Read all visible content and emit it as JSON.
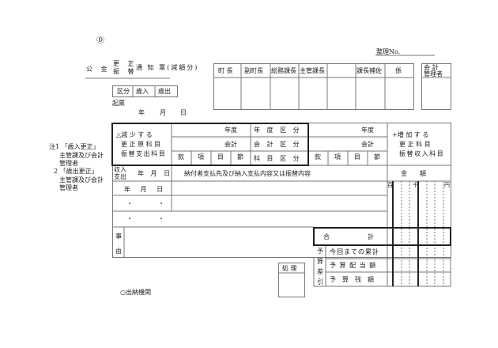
{
  "mark": "Ⓓ",
  "ref_no": "整理No.",
  "title": {
    "a": "公 金",
    "b1": "更 正",
    "b2": "振 替",
    "c": "通 知 票(減額分)"
  },
  "kubun": [
    "区分",
    "歳入",
    "歳出"
  ],
  "kihyo": "起票",
  "ymd": {
    "y": "年",
    "m": "月",
    "d": "日"
  },
  "approvers": [
    "町 長",
    "副町長",
    "総務課長",
    "主管課長",
    "",
    "課長補佐",
    "係"
  ],
  "kaikei": {
    "l1": "会 計",
    "l2": "管理者"
  },
  "notes": [
    "注1 「歳入更正」",
    "主管課及び会計",
    "管理者",
    "2 「歳出更正」",
    "主管課及び会計",
    "管理者"
  ],
  "left_head": [
    "△減 少 す る",
    "更 正 原 科 目",
    "振 替 支 出 科 目"
  ],
  "right_head": [
    "+増 加 す る",
    "更 正 科 目",
    "振 替 収 入 科 目"
  ],
  "nendo": "年度",
  "kaikei_label": "会計",
  "kmoku": [
    "款",
    "項",
    "目",
    "節"
  ],
  "mid_head": [
    "年 度 区 分",
    "会 計 区 分",
    "科 目 区 分"
  ],
  "row_head": {
    "shunyu": "収入",
    "shishutsu": "支出",
    "ymd": "年 月 日",
    "content": "納付者支払先及び納入支払内容又は振替内容",
    "amount": "金　　額"
  },
  "units": [
    "百",
    "千",
    "円"
  ],
  "dots": "・　　　　・",
  "jiyu": [
    "事",
    "由"
  ],
  "gokei": "合　　　　　　計",
  "yosan": [
    "予",
    "算",
    "差",
    "引"
  ],
  "yosan_rows": [
    "今回までの累計",
    "予 算 配 当 額",
    "予　算　残　額"
  ],
  "shori": "処 理",
  "suitou": "○出納機関"
}
